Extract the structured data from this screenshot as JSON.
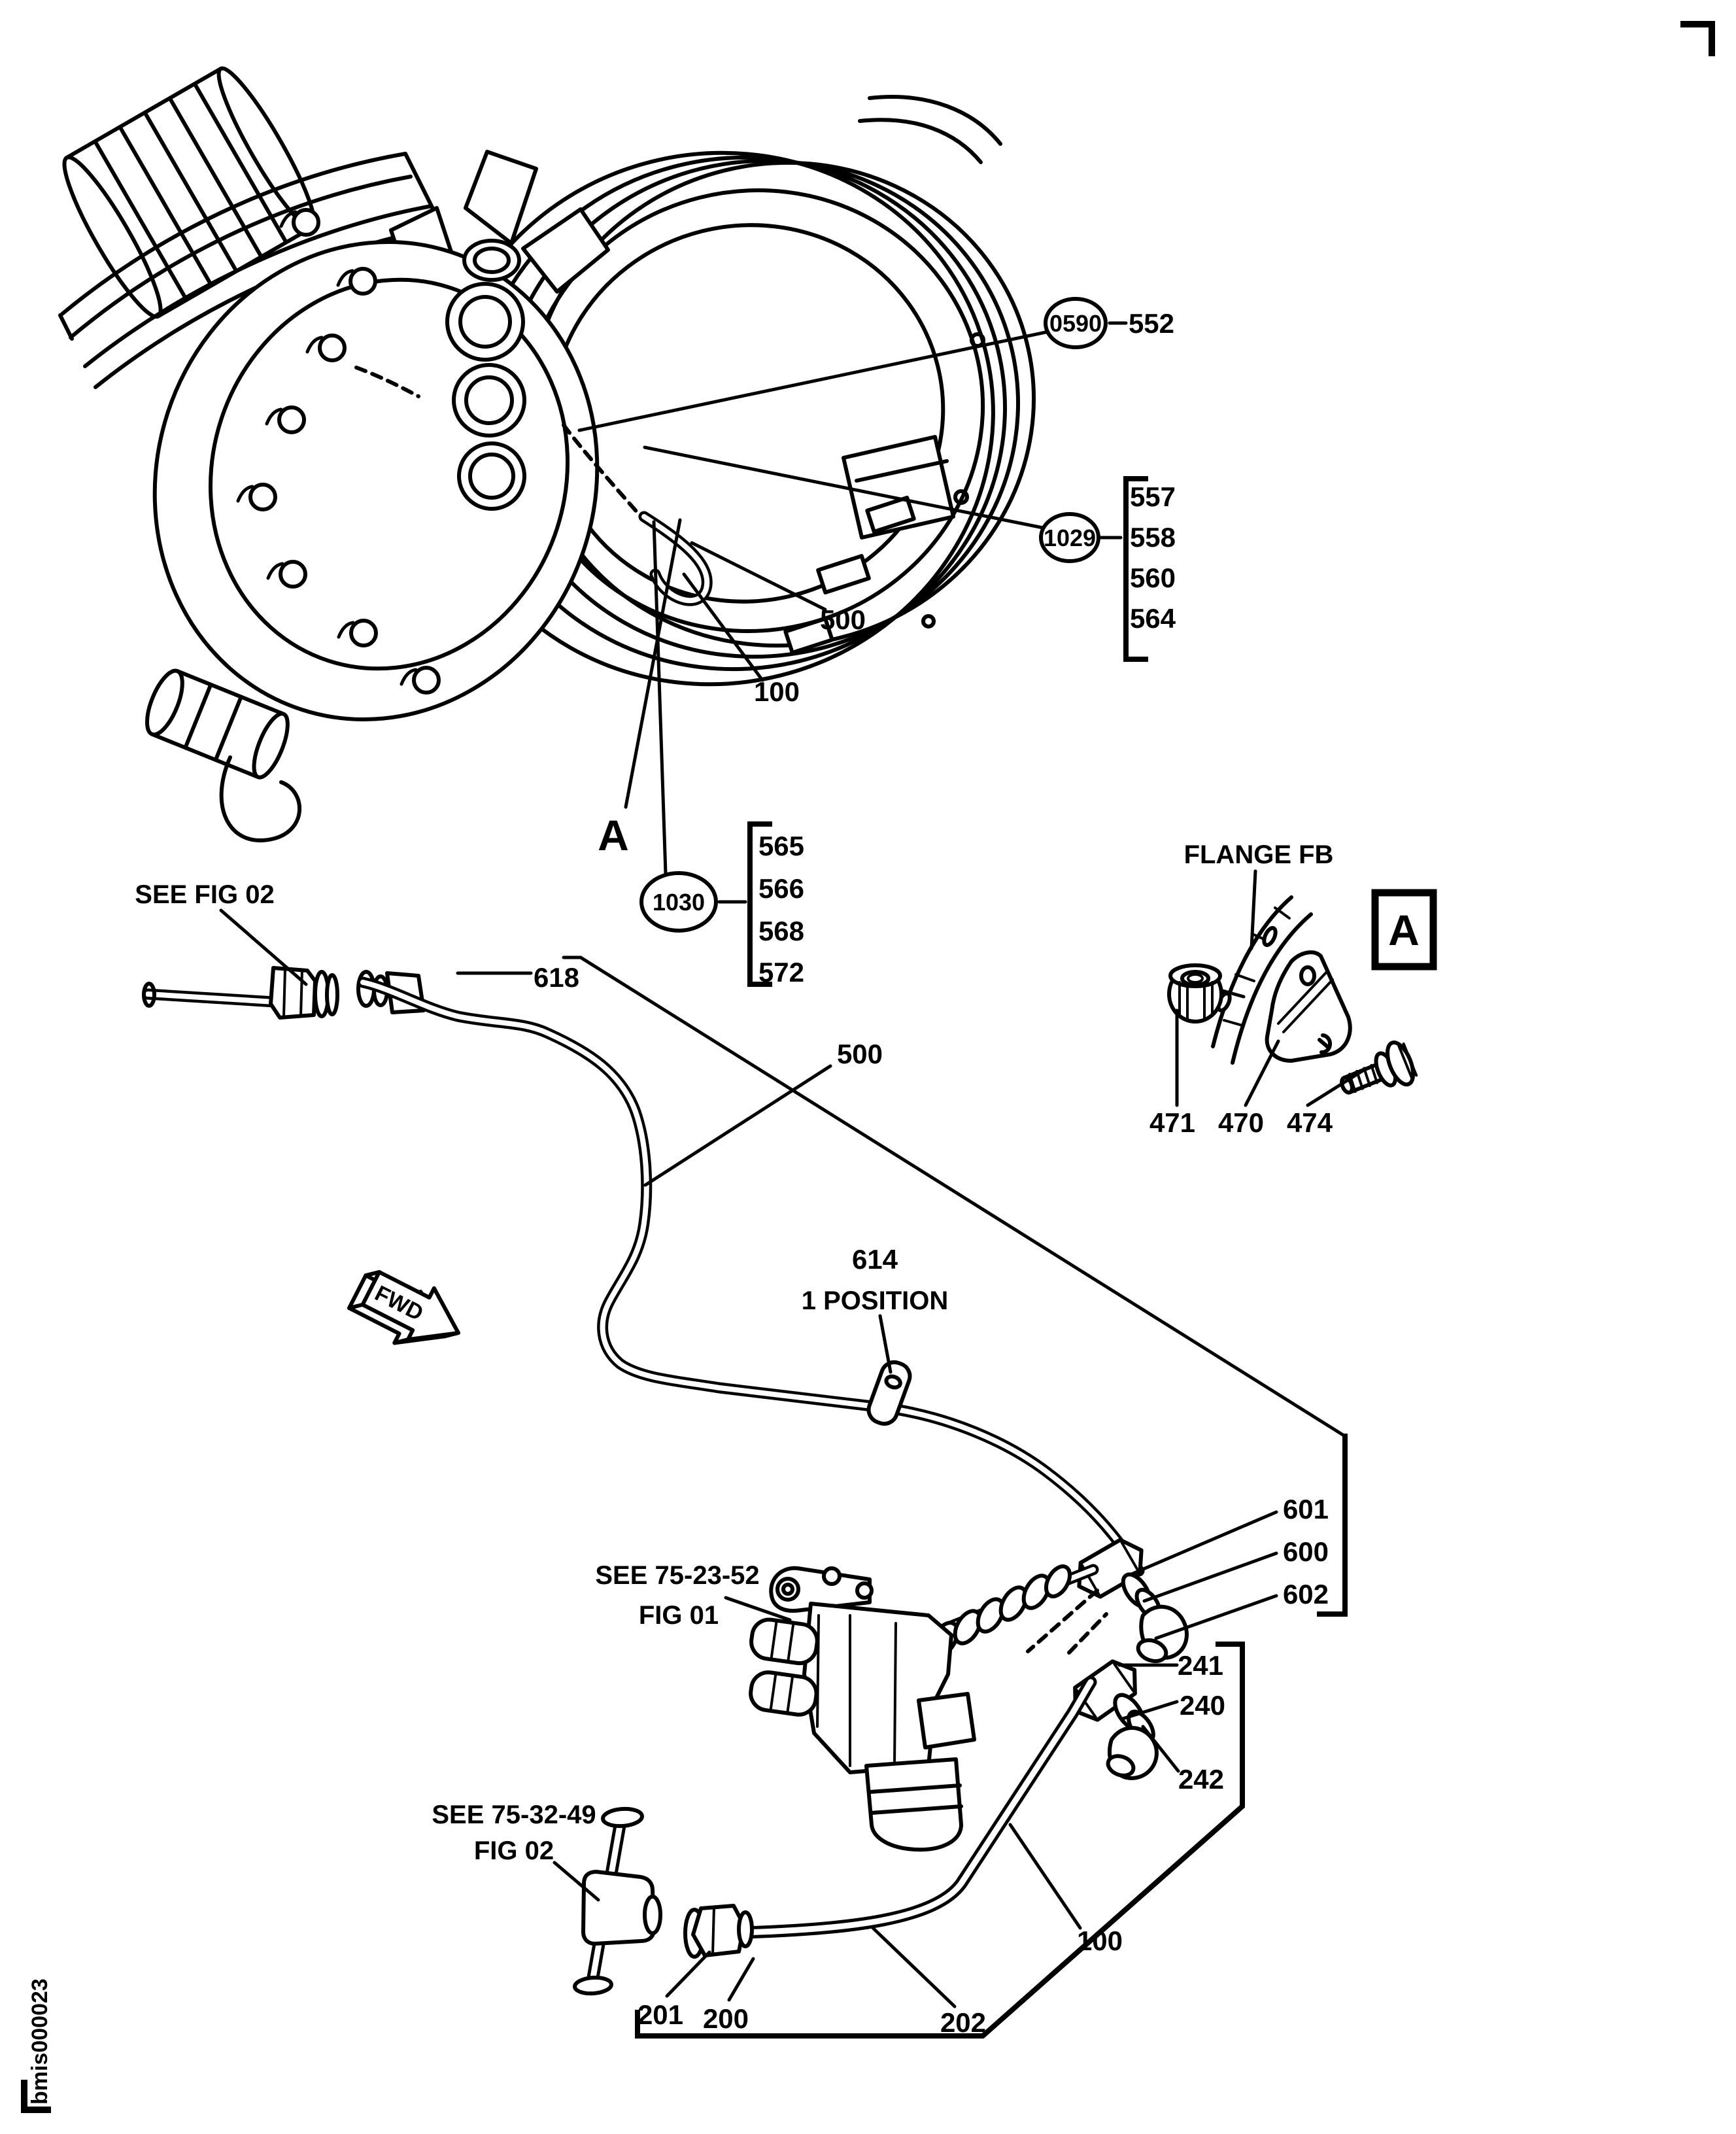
{
  "page": {
    "background": "#ffffff",
    "ink": "#000000"
  },
  "callouts": {
    "c0590": {
      "id": "0590",
      "part": "552"
    },
    "c1029": {
      "id": "1029",
      "parts": [
        "557",
        "558",
        "560",
        "564"
      ]
    },
    "c1030": {
      "id": "1030",
      "parts": [
        "565",
        "566",
        "568",
        "572"
      ]
    }
  },
  "labels": {
    "p500_engine": "500",
    "p100_engine": "100",
    "detail_a_marker": "A",
    "p618": "618",
    "p500_tube": "500",
    "p614": "614",
    "position_note": "1 POSITION",
    "p601": "601",
    "p600": "600",
    "p602": "602",
    "p241": "241",
    "p240": "240",
    "p242": "242",
    "p100_tube": "100",
    "p201": "201",
    "p200": "200",
    "p202": "202",
    "p471": "471",
    "p470": "470",
    "p474": "474",
    "flange": "FLANGE FB",
    "detail_a_box": "A",
    "fwd": "FWD",
    "watermark": "bmis000023"
  },
  "notes": {
    "see_fig_02": "SEE FIG 02",
    "see_75_23_52": "SEE 75-23-52",
    "fig_01": "FIG 01",
    "see_75_32_49": "SEE 75-32-49",
    "fig_02": "FIG 02"
  }
}
